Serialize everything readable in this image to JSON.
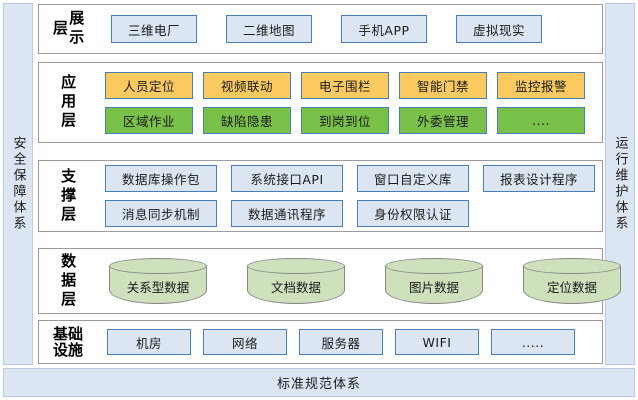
{
  "rails": {
    "left": {
      "name": "security-system",
      "label": "安全保障体系"
    },
    "right": {
      "name": "ops-maintenance-system",
      "label": "运行维护体系"
    }
  },
  "bottom_band": {
    "label": "标准规范体系"
  },
  "colors": {
    "blue_fill": "#dce6f2",
    "blue_border": "#4a7ebb",
    "yellow_fill": "#fac960",
    "green_fill": "#79c148",
    "cylinder_fill": "#cfe0bd",
    "panel_border": "#9a9a9a",
    "rail_fill": "#dce6f2"
  },
  "layers": [
    {
      "id": "presentation",
      "label": "展示层",
      "label_mode": "vertical",
      "rows": [
        {
          "style": "blue",
          "items": [
            {
              "label": "三维电厂"
            },
            {
              "label": "二维地图"
            },
            {
              "label": "手机APP"
            },
            {
              "label": "虚拟现实"
            }
          ]
        }
      ]
    },
    {
      "id": "application",
      "label": "应用层",
      "label_mode": "vertical",
      "rows": [
        {
          "style": "yellow",
          "items": [
            {
              "label": "人员定位"
            },
            {
              "label": "视频联动"
            },
            {
              "label": "电子围栏"
            },
            {
              "label": "智能门禁"
            },
            {
              "label": "监控报警"
            }
          ]
        },
        {
          "style": "green",
          "items": [
            {
              "label": "区域作业"
            },
            {
              "label": "缺陷隐患"
            },
            {
              "label": "到岗到位"
            },
            {
              "label": "外委管理"
            },
            {
              "label": "...."
            }
          ]
        }
      ]
    },
    {
      "id": "support",
      "label": "支撑层",
      "label_mode": "vertical",
      "rows": [
        {
          "style": "blue",
          "items": [
            {
              "label": "数据库操作包"
            },
            {
              "label": "系统接口API"
            },
            {
              "label": "窗口自定义库"
            },
            {
              "label": "报表设计程序"
            }
          ]
        },
        {
          "style": "blue",
          "items": [
            {
              "label": "消息同步机制"
            },
            {
              "label": "数据通讯程序"
            },
            {
              "label": "身份权限认证"
            }
          ]
        }
      ]
    },
    {
      "id": "data",
      "label": "数据层",
      "label_mode": "vertical",
      "rows": [
        {
          "style": "cylinder",
          "items": [
            {
              "label": "关系型数据"
            },
            {
              "label": "文档数据"
            },
            {
              "label": "图片数据"
            },
            {
              "label": "定位数据"
            }
          ]
        }
      ]
    },
    {
      "id": "infra",
      "label": "基础设施",
      "label_mode": "two-line",
      "rows": [
        {
          "style": "blue",
          "items": [
            {
              "label": "机房"
            },
            {
              "label": "网络"
            },
            {
              "label": "服务器"
            },
            {
              "label": "WIFI"
            },
            {
              "label": "....."
            }
          ]
        }
      ]
    }
  ]
}
